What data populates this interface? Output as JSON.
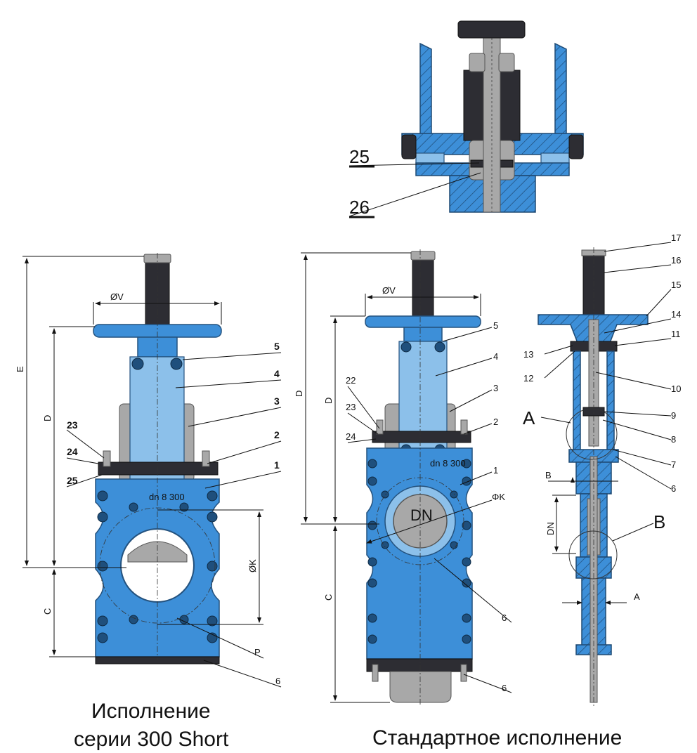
{
  "detail_callouts": {
    "p25": "25",
    "p26": "26"
  },
  "left_view": {
    "caption_line1": "Исполнение",
    "caption_line2": "серии 300 Short",
    "dims": {
      "E": "E",
      "D": "D",
      "C": "C",
      "V": "ØV",
      "K": "ØK"
    },
    "marks": {
      "m5": "5",
      "m4": "4",
      "m3": "3",
      "m2": "2",
      "m1": "1",
      "m23": "23",
      "m24": "24",
      "m25": "25",
      "mP": "P",
      "m6": "6"
    },
    "plate": "dn 8 300"
  },
  "middle_view": {
    "caption": "Стандартное исполнение",
    "dims": {
      "D1": "D",
      "D2": "D",
      "C": "C",
      "V": "ØV",
      "K": "ΦK",
      "DN": "DN"
    },
    "marks": {
      "m5": "5",
      "m4": "4",
      "m3": "3",
      "m2": "2",
      "m1": "1",
      "m22": "22",
      "m23": "23",
      "m24": "24",
      "m6a": "6",
      "m6b": "6"
    },
    "plate": "dn 8 300"
  },
  "right_view": {
    "marks": {
      "m17": "17",
      "m16": "16",
      "m15": "15",
      "m14": "14",
      "m11": "11",
      "m13": "13",
      "m12": "12",
      "m10": "10",
      "m9": "9",
      "m8": "8",
      "m7": "7",
      "m6": "6"
    },
    "detail_A": "A",
    "detail_B": "B",
    "dims": {
      "B": "B",
      "DN": "DN",
      "A": "A"
    }
  }
}
